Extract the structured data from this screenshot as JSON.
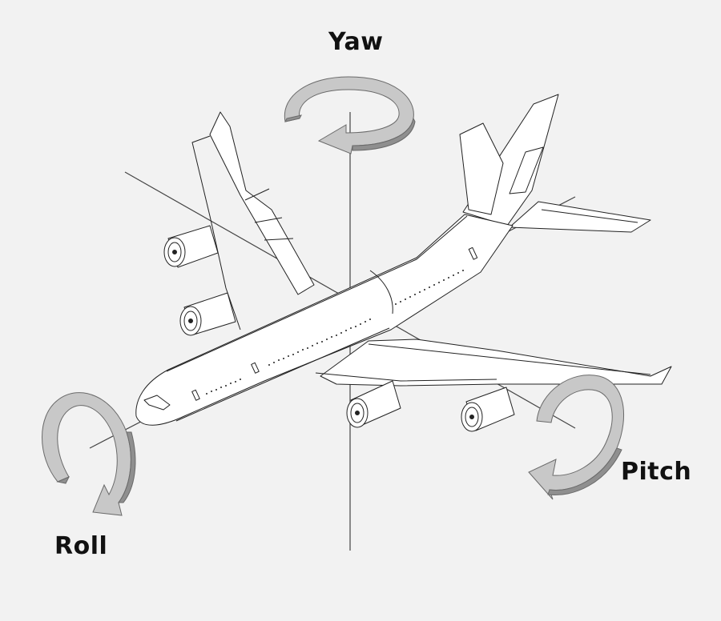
{
  "labels": {
    "yaw": "Yaw",
    "pitch": "Pitch",
    "roll": "Roll"
  },
  "colors": {
    "background": "#f2f2f2",
    "airframe_fill": "#ffffff",
    "airframe_line": "#222222",
    "arrow_face": "#c8c8c8",
    "arrow_side": "#8f8f8f",
    "axis_line": "#444444",
    "label_text": "#111111"
  }
}
